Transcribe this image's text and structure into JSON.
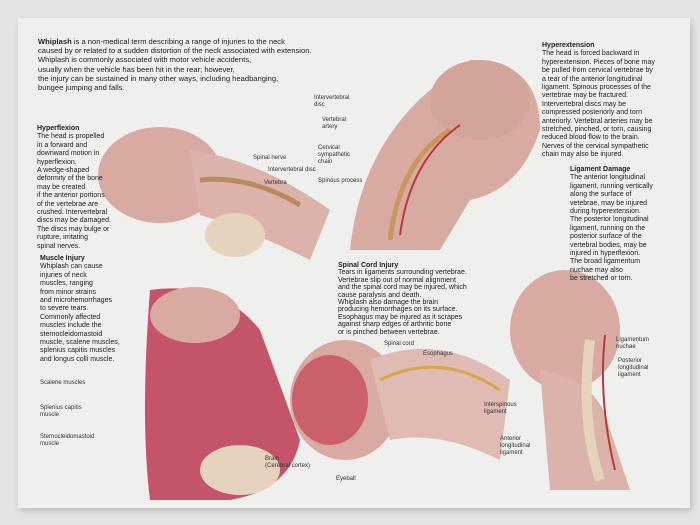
{
  "intro": {
    "lead": "Whiplash",
    "text": " is a non-medical term describing a range of injuries to the neck\ncaused by or related to a sudden distortion of the neck associated with extension.\nWhiplash is commonly associated with motor vehicle accidents,\nusually when the vehicle has been hit in the rear; however,\nthe injury can be sustained in many other ways, including headbanging,\nbungee jumping and falls."
  },
  "sections": {
    "hyperflexion": {
      "title": "Hyperflexion",
      "text": "The head is propelled\nin a forward and\ndownward motion in\nhyperflexion.\nA wedge-shaped\ndeformity of the bone\nmay be created\nif the anterior portions\nof the vertebrae are\ncrushed. Intervertebral\ndiscs may be damaged.\nThe discs may bulge or\nrupture, irritating\nspinal nerves."
    },
    "hyperextension": {
      "title": "Hyperextension",
      "text": "The head is forced backward in\nhyperextension. Pieces of bone may\nbe pulled from cervical vertebrae by\na tear of the anterior longitudinal\nligament. Spinous processes of the\nvertebrae may be fractured.\nIntervertebral discs may be\ncompressed posteriorly and torn\nanteriorly. Vertebral arteries may be\nstretched, pinched, or torn, causing\nreduced blood flow to the brain.\nNerves of the cervical sympathetic\nchain may also be injured."
    },
    "ligament": {
      "title": "Ligament Damage",
      "text": "The anterior longitudinal\nligament, running vertically\nalong the surface of\nvetebrae, may be injured\nduring hyperextension.\nThe posterior longitudinal\nligament, running on the\nposterior surface of the\nvertebral bodies, may be\ninjured in hyperflexion.\nThe broad ligamentum\nnuchae may also\nbe stretched or torn."
    },
    "muscle": {
      "title": "Muscle Injury",
      "text": "Whiplash can cause\ninjuries of neck\nmuscles, ranging\nfrom minor strains\nand microhemorrhages\nto severe tears.\nCommonly affected\nmuscles include the\nsternocleidomastoid\nmuscle, scalene muscles,\nsplenius capitis muscles\nand longus colli muscle."
    },
    "spinal": {
      "title": "Spinal Cord Injury",
      "text": "Tears in ligaments surrounding vertebrae.\nVertebrae slip out of normal alignment\nand the spinal cord may be injured, which\ncause paralysis and death.\nWhiplash also damage the brain\nproducing hemorrhages on its surface.\nEsophagus may be injured as it scrapes\nagainst sharp edges of arthritic bone\nor is pinched between vertebrae."
    }
  },
  "labels": {
    "spinal_nerve": "Spinal nerve",
    "ivd1": "Intervertebral disc",
    "vertebra": "Vertebra",
    "ivd2": "Intervertebral\ndisc",
    "vert_artery": "Vertebral\nartery",
    "sympathetic": "Cervical\nsympathetic\nchain",
    "spinous": "Spinous process",
    "scalene": "Scalene muscles",
    "splenius": "Splenius capitis\nmuscle",
    "scm": "Sternocleidomastoid\nmuscle",
    "spinal_cord": "Spinal cord",
    "esophagus": "Esophagus",
    "brain": "Brain\n(Cerebral cortex)",
    "eyeball": "Eyeball",
    "nuchae": "Ligamentum\nnuchae",
    "posterior": "Posterior\nlongitudinal\nligament",
    "interspinous": "Interspinous\nligament",
    "anterior": "Anterior\nlongitudinal\nligament"
  },
  "colors": {
    "skin": "#d9aaa2",
    "muscle": "#c4546a",
    "bone": "#e6d3bd",
    "background": "#efefed"
  }
}
